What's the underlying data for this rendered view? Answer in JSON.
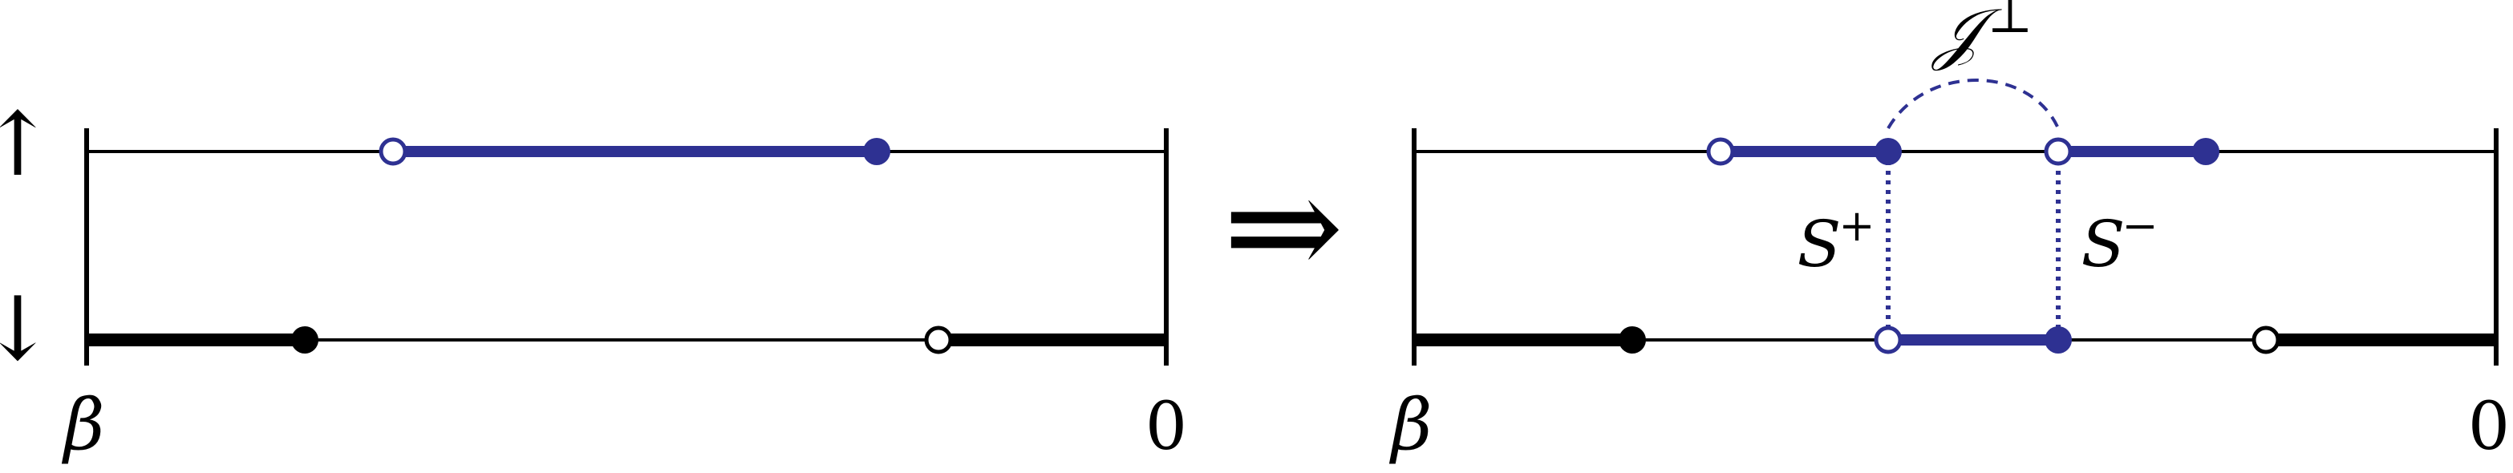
{
  "colors": {
    "line": "#000000",
    "accent": "#2e3192",
    "background": "#ffffff"
  },
  "spin_labels": {
    "up": "↑",
    "down": "↓"
  },
  "left_panel": {
    "axis_start": "β",
    "axis_end": "0"
  },
  "right_panel": {
    "axis_start": "β",
    "axis_end": "0",
    "coupling_label": "𝒥",
    "coupling_superscript": "⊥",
    "s_plus_base": "S",
    "s_plus_superscript": "+",
    "s_minus_base": "S",
    "s_minus_superscript": "−"
  },
  "implies_arrow": "⇒"
}
